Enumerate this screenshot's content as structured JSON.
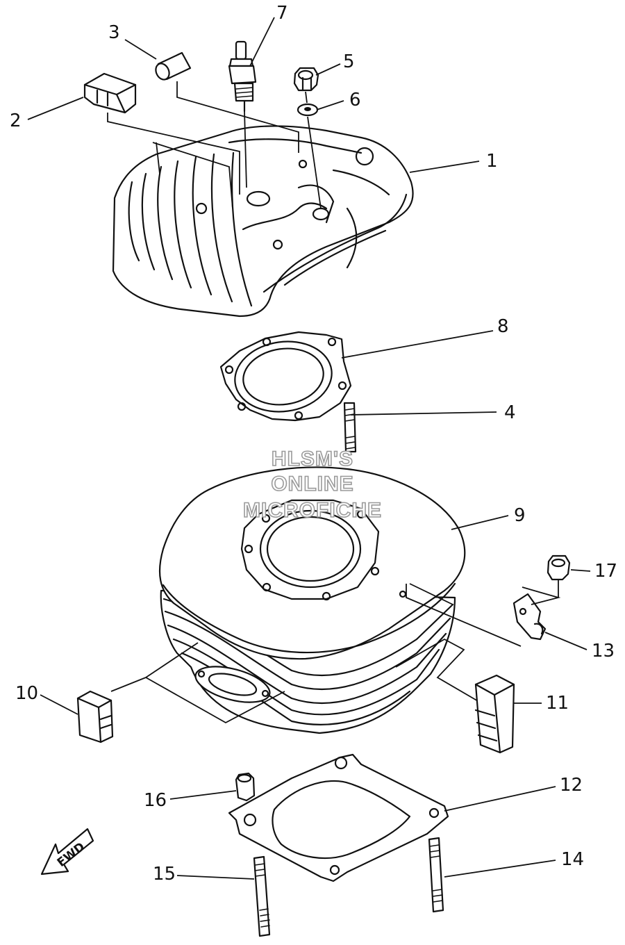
{
  "watermark": {
    "line1": "HLSM'S",
    "line2": "ONLINE",
    "line3": "MICROFICHE"
  },
  "fwd_label": "FWD",
  "callouts": {
    "c1": "1",
    "c2": "2",
    "c3": "3",
    "c4": "4",
    "c5": "5",
    "c6": "6",
    "c7": "7",
    "c8": "8",
    "c9": "9",
    "c10": "10",
    "c11": "11",
    "c12": "12",
    "c13": "13",
    "c14": "14",
    "c15": "15",
    "c16": "16",
    "c17": "17"
  }
}
